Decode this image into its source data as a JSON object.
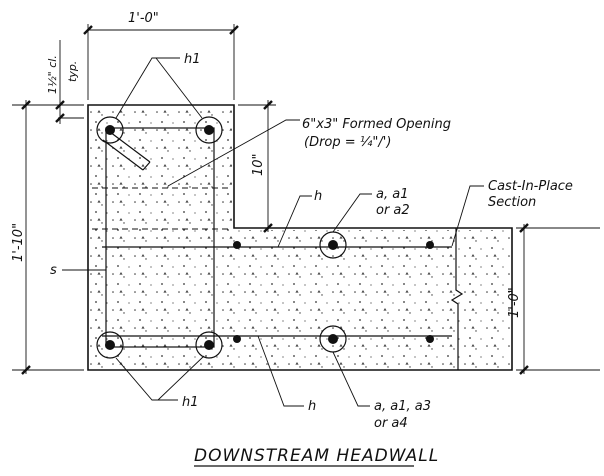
{
  "drawing": {
    "title": "DOWNSTREAM HEADWALL",
    "dimensions": {
      "width_top": "1'-0\"",
      "height_left": "1'-10\"",
      "cover": "1½\" cl.",
      "cover_typ": "typ.",
      "drop_height": "10\"",
      "slab_height": "1'-0\""
    },
    "labels": {
      "h1_top": "h1",
      "h1_bottom": "h1",
      "s": "s",
      "h_top": "h",
      "h_bottom": "h",
      "bars_top_line1": "a, a1",
      "bars_top_line2": "or a2",
      "bars_bottom_line1": "a, a1, a3",
      "bars_bottom_line2": "or a4",
      "opening_line1": "6\"x3\" Formed Opening",
      "opening_line2": "(Drop = ¼\"/')",
      "cip_line1": "Cast-In-Place",
      "cip_line2": "Section"
    }
  }
}
